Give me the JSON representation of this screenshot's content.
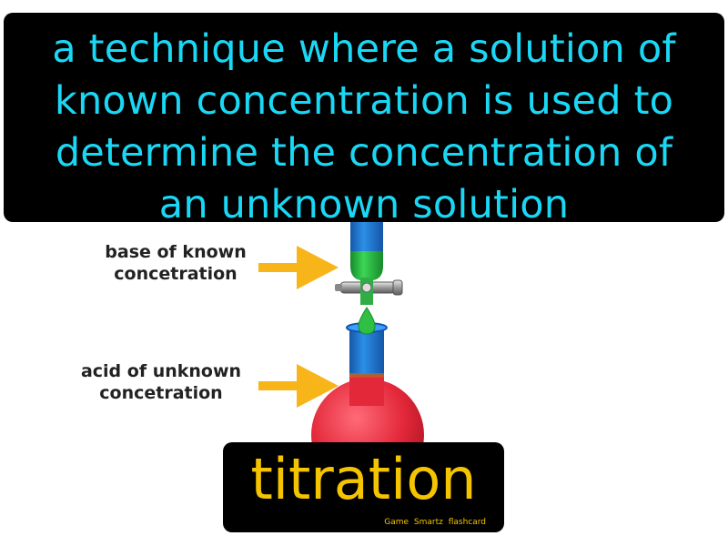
{
  "definition": {
    "lines": [
      "a technique where a solution of",
      "known concentration is used to",
      "determine the concentration of",
      "an unknown solution"
    ]
  },
  "labels": {
    "base_line1": "base of known",
    "base_line2": "concetration",
    "acid_line1": "acid of unknown",
    "acid_line2": "concetration"
  },
  "term": {
    "word": "titration",
    "brand": "Game Smartz flashcard"
  },
  "colors": {
    "definition_text": "#1ad8f5",
    "term_text": "#f5c400",
    "arrow": "#f7b51a",
    "burette_blue": "#1f7fd4",
    "base_green": "#22b33a",
    "acid_red": "#e3283a"
  }
}
